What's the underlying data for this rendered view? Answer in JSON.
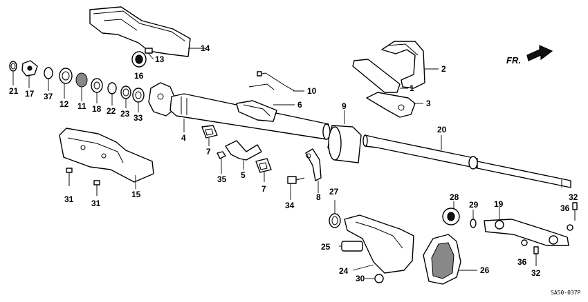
{
  "diagram": {
    "code": "SA50-037P",
    "direction_label": "FR."
  },
  "callouts": {
    "c1": "1",
    "c2": "2",
    "c3": "3",
    "c4": "4",
    "c5": "5",
    "c6": "6",
    "c7a": "7",
    "c7b": "7",
    "c8": "8",
    "c9": "9",
    "c10": "10",
    "c11": "11",
    "c12": "12",
    "c13": "13",
    "c14": "14",
    "c15": "15",
    "c16": "16",
    "c17": "17",
    "c18": "18",
    "c19": "19",
    "c20": "20",
    "c21": "21",
    "c22": "22",
    "c23": "23",
    "c24": "24",
    "c25": "25",
    "c26": "26",
    "c27": "27",
    "c28": "28",
    "c29": "29",
    "c30": "30",
    "c31a": "31",
    "c31b": "31",
    "c32a": "32",
    "c32b": "32",
    "c33": "33",
    "c34": "34",
    "c35": "35",
    "c36a": "36",
    "c36b": "36",
    "c37": "37"
  }
}
